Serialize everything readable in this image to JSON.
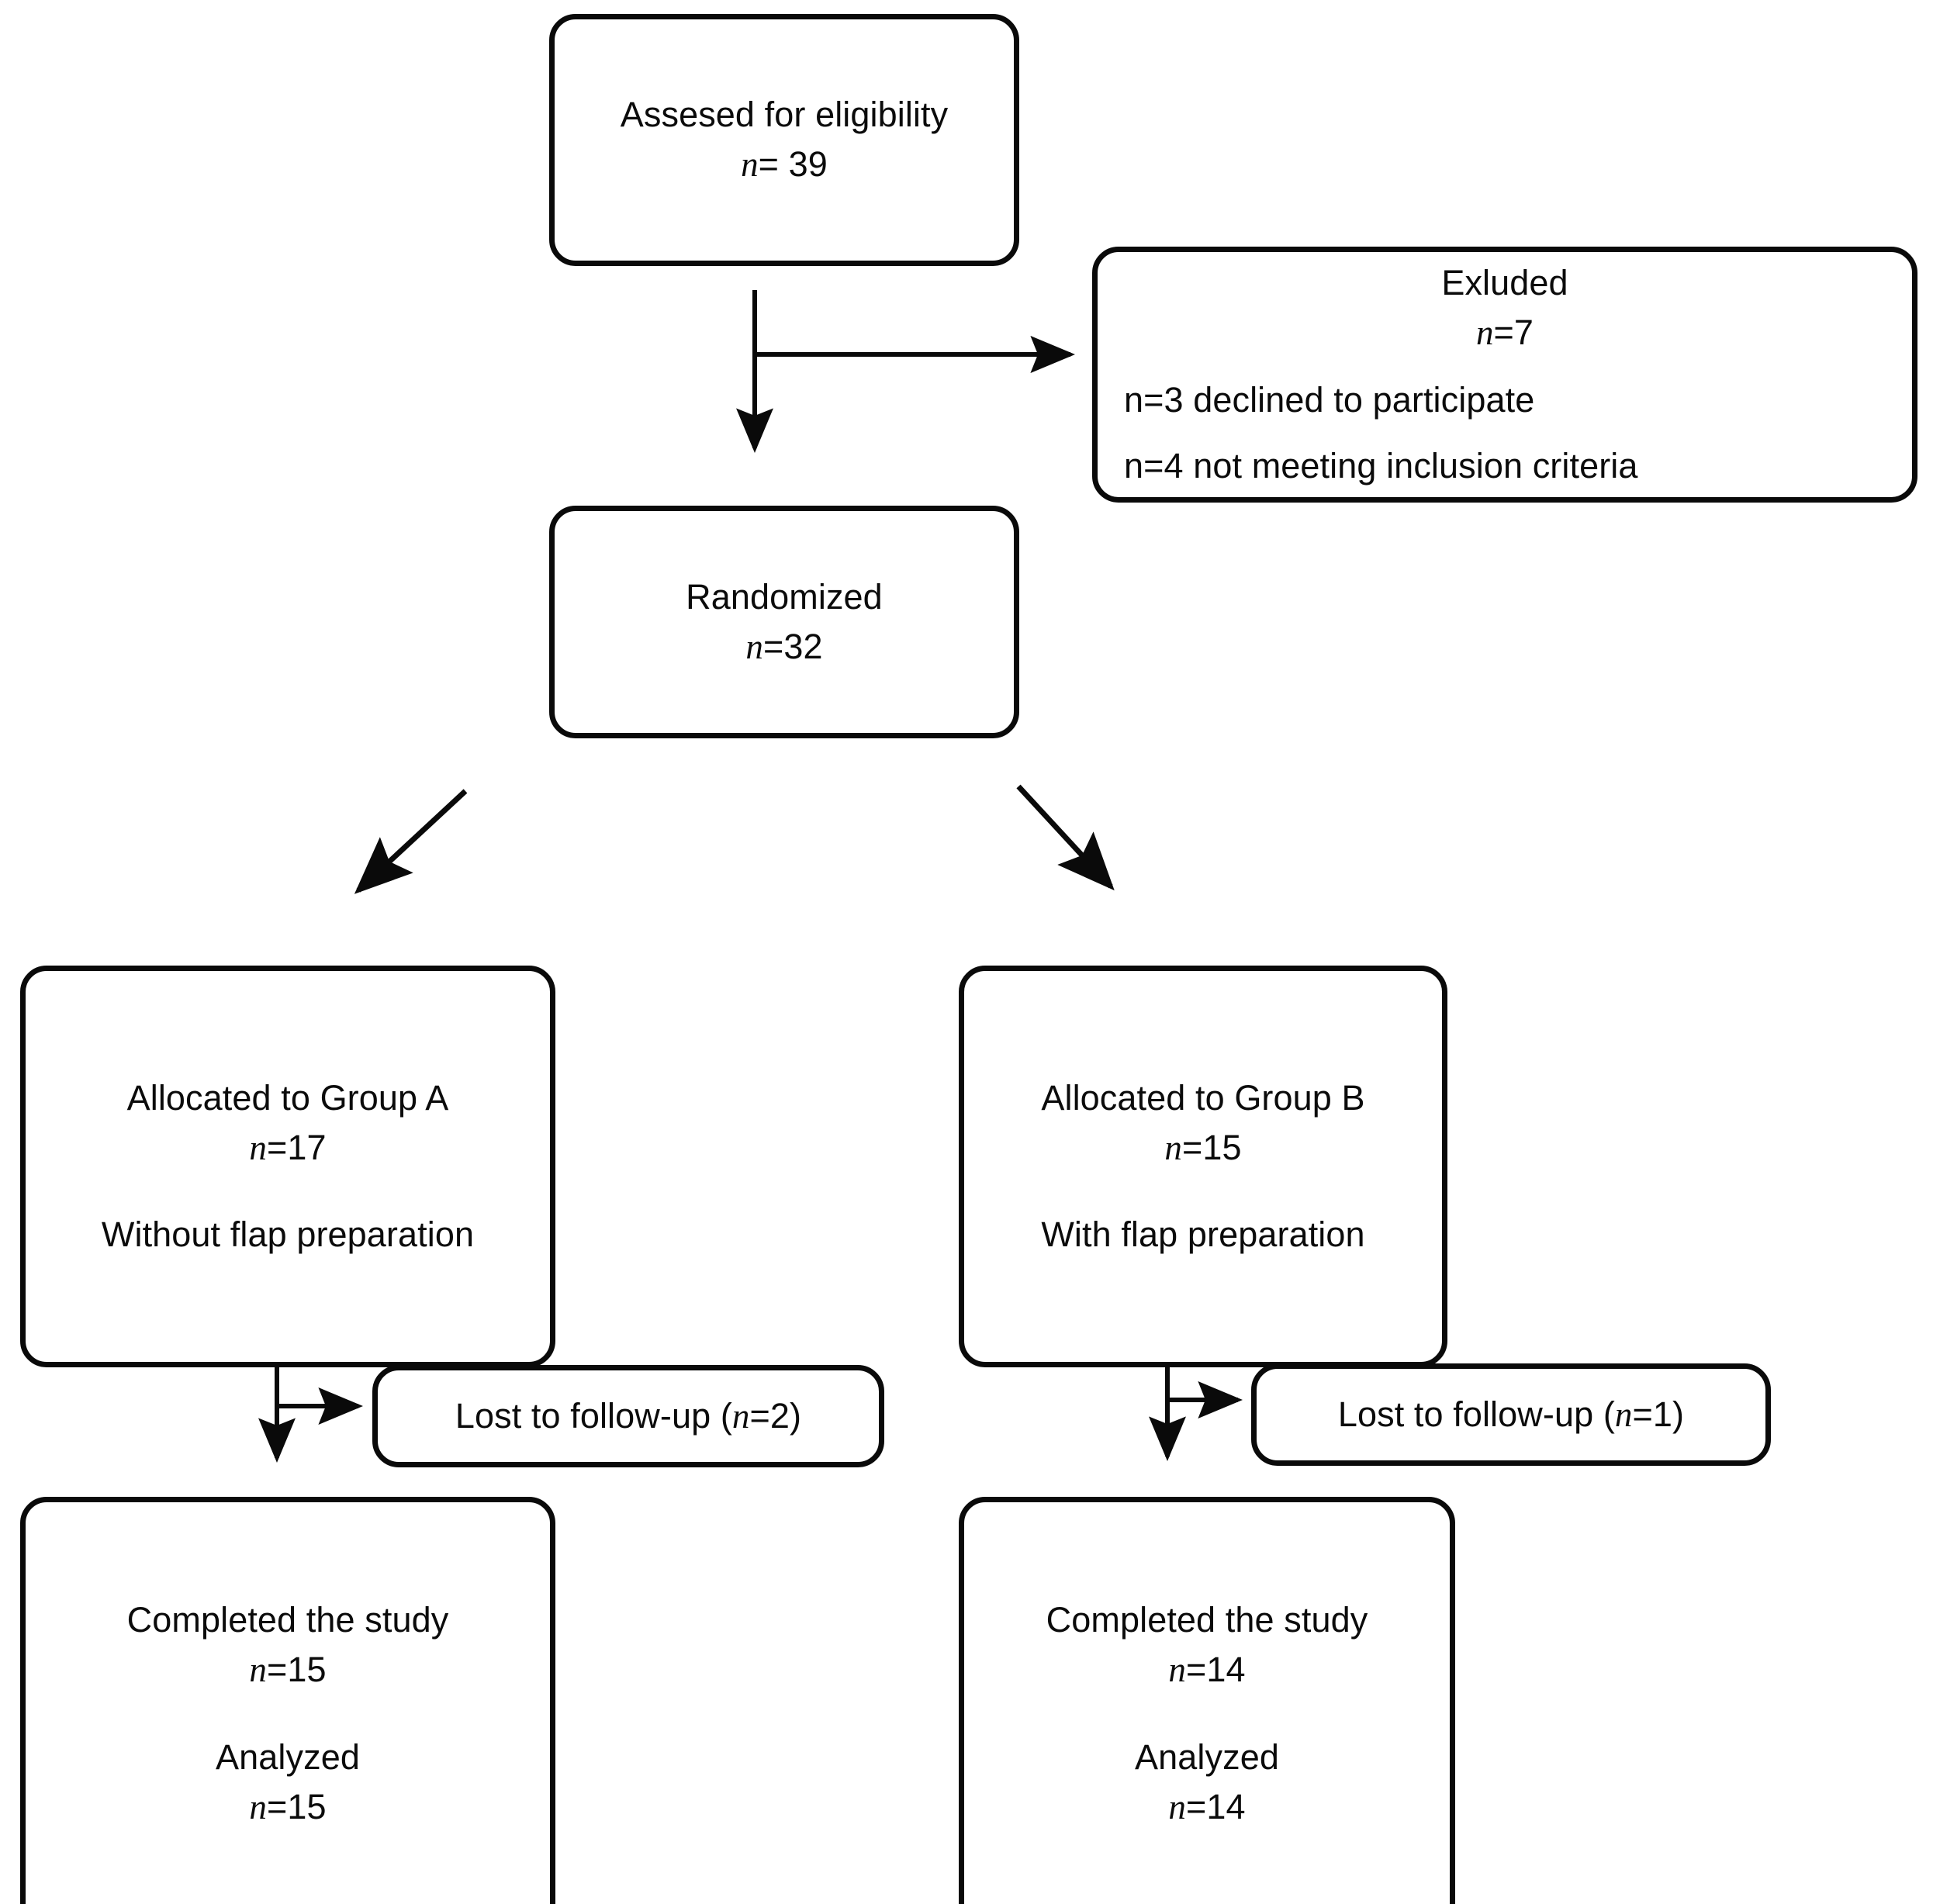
{
  "diagram": {
    "title": "CONSORT participant flow diagram",
    "stroke_color": "#0a0a0a",
    "background_color": "#ffffff",
    "nodes": {
      "assessed": {
        "label": "Assesed for eligibility",
        "n_prefix": "n",
        "n_value": "= 39"
      },
      "excluded": {
        "label": "Exluded",
        "n_prefix": "n",
        "n_value": "=7",
        "reason_1": "n=3 declined to participate",
        "reason_2": "n=4 not meeting inclusion criteria"
      },
      "randomized": {
        "label": "Randomized",
        "n_prefix": "n",
        "n_value": "=32"
      },
      "group_a": {
        "label": "Allocated to Group A",
        "n_prefix": "n",
        "n_value": "=17",
        "detail": "Without flap preparation"
      },
      "group_b": {
        "label": "Allocated to Group B",
        "n_prefix": "n",
        "n_value": "=15",
        "detail": "With flap preparation"
      },
      "lost_a": {
        "prefix": "Lost to follow-up (",
        "n_prefix": "n",
        "n_value": "=2",
        "suffix": ")"
      },
      "lost_b": {
        "prefix": "Lost to follow-up (",
        "n_prefix": "n",
        "n_value": "=1",
        "suffix": ")"
      },
      "completed_a": {
        "label": "Completed the study",
        "n_prefix": "n",
        "n_value": "=15",
        "analyzed_label": "Analyzed",
        "analyzed_n_prefix": "n",
        "analyzed_n_value": "=15"
      },
      "completed_b": {
        "label": "Completed the study",
        "n_prefix": "n",
        "n_value": "=14",
        "analyzed_label": "Analyzed",
        "analyzed_n_prefix": "n",
        "analyzed_n_value": "=14"
      }
    },
    "connectors": [
      {
        "name": "assessed-to-randomized",
        "type": "vertical-arrow"
      },
      {
        "name": "assessed-to-excluded",
        "type": "horizontal-arrow"
      },
      {
        "name": "randomized-to-group-a",
        "type": "diagonal-arrow-left"
      },
      {
        "name": "randomized-to-group-b",
        "type": "diagonal-arrow-right"
      },
      {
        "name": "group-a-to-completed-a",
        "type": "vertical-arrow"
      },
      {
        "name": "group-a-to-lost-a",
        "type": "horizontal-arrow"
      },
      {
        "name": "group-b-to-completed-b",
        "type": "vertical-arrow"
      },
      {
        "name": "group-b-to-lost-b",
        "type": "horizontal-arrow"
      }
    ]
  }
}
